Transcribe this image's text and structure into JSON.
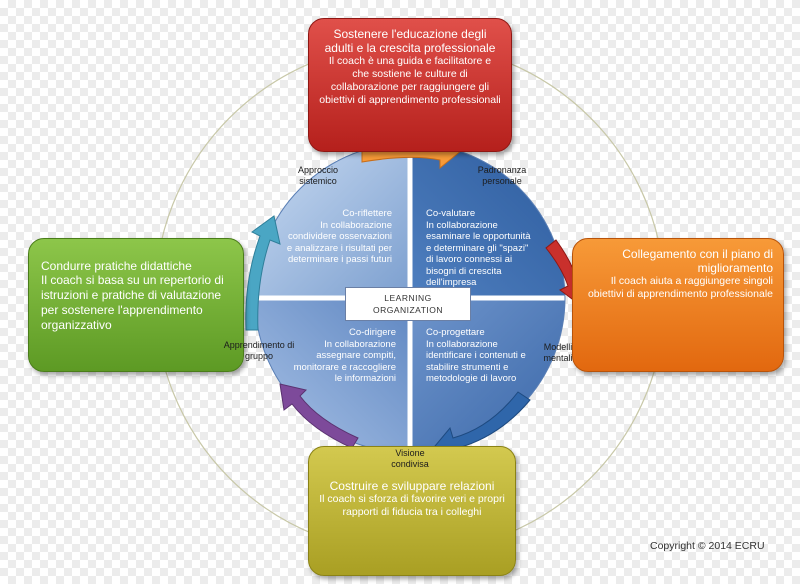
{
  "boxes": {
    "top": {
      "title": "Sostenere l'educazione degli adulti e la crescita professionale",
      "body": "Il coach è una guida e facilitatore e che sostiene le culture di collaborazione per raggiungere gli obiettivi di apprendimento professionali",
      "color": "#c9302c"
    },
    "right": {
      "title": "Collegamento con il piano di miglioramento",
      "body": "Il coach aiuta a raggiungere singoli obiettivi di apprendimento professionale",
      "color": "#f0801f"
    },
    "bottom": {
      "title": "Costruire e sviluppare relazioni",
      "body": "Il coach si sforza di favorire veri e propri rapporti di fiducia tra i colleghi",
      "color": "#bdb434"
    },
    "left": {
      "title": "Condurre pratiche didattiche",
      "body": "Il coach si basa su un repertorio di istruzioni e pratiche di valutazione per sostenere l'apprendimento organizzativo",
      "color": "#72b136"
    }
  },
  "quadrants": {
    "top_left": {
      "title": "Co-riflettere",
      "body": "In collaborazione condividere osservazioni e analizzare i risultati per determinare i passi futuri"
    },
    "top_right": {
      "title": "Co-valutare",
      "body": "In collaborazione esaminare le opportunità e determinare gli \"spazi\" di lavoro connessi ai bisogni di crescita dell'impresa"
    },
    "bottom_left": {
      "title": "Co-dirigere",
      "body": "In collaborazione assegnare compiti, monitorare e raccogliere le informazioni"
    },
    "bottom_right": {
      "title": "Co-progettare",
      "body": "In collaborazione identificare i contenuti e stabilire strumenti e metodologie di lavoro"
    }
  },
  "labels": {
    "approccio": "Approccio sistemico",
    "padronanza": "Padronanza personale",
    "modelli": "Modelli mentali",
    "visione": "Visione condivisa",
    "apprendimento": "Apprendimento di gruppo"
  },
  "center": {
    "line1": "LEARNING",
    "line2": "ORGANIZATION"
  },
  "copyright": "Copyright © 2014 ECRU",
  "colors": {
    "circle_light": "#b8cdea",
    "circle_dark": "#3e6aa8",
    "arrow_top": "#f79a38",
    "arrow_right": "#c9302c",
    "arrow_bottom": "#2f66aa",
    "arrow_left_bottom": "#7d4a9a",
    "arrow_left_top": "#4aa6c4"
  }
}
